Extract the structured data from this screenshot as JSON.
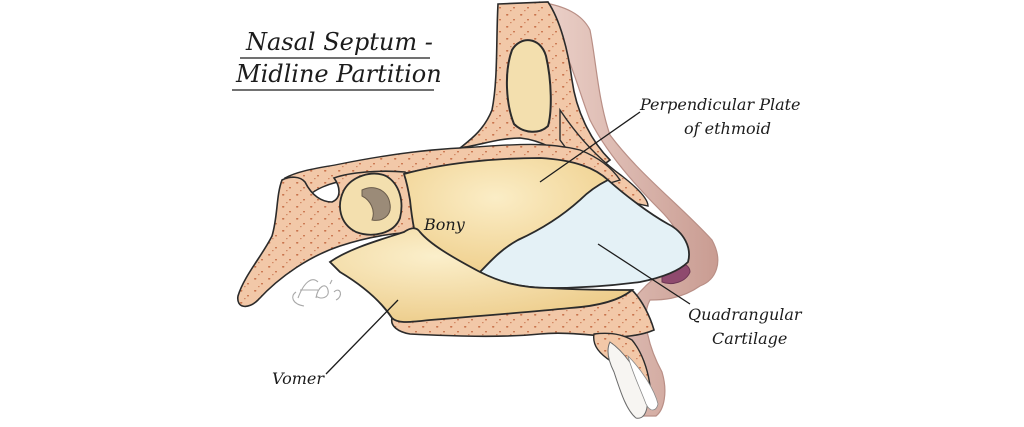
{
  "diagram": {
    "title_line1": "Nasal Septum -",
    "title_line2": "Midline Partition",
    "labels": {
      "perpendicular_line1": "Perpendicular Plate",
      "perpendicular_line2": "of ethmoid",
      "bony": "Bony",
      "quadrangular_line1": "Quadrangular",
      "quadrangular_line2": "Cartilage",
      "vomer": "Vomer"
    },
    "signature": "Fa's",
    "colors": {
      "bone": "#f2c8a8",
      "bone_dots": "#c8714a",
      "ethmoid": "#f6dfaa",
      "vomer": "#f3dba2",
      "cartilage": "#e4f1f6",
      "skin": "#e0bfb6",
      "skin_dark": "#c9a199",
      "ala": "#8f4a6e",
      "outline": "#2b2b2b"
    }
  }
}
